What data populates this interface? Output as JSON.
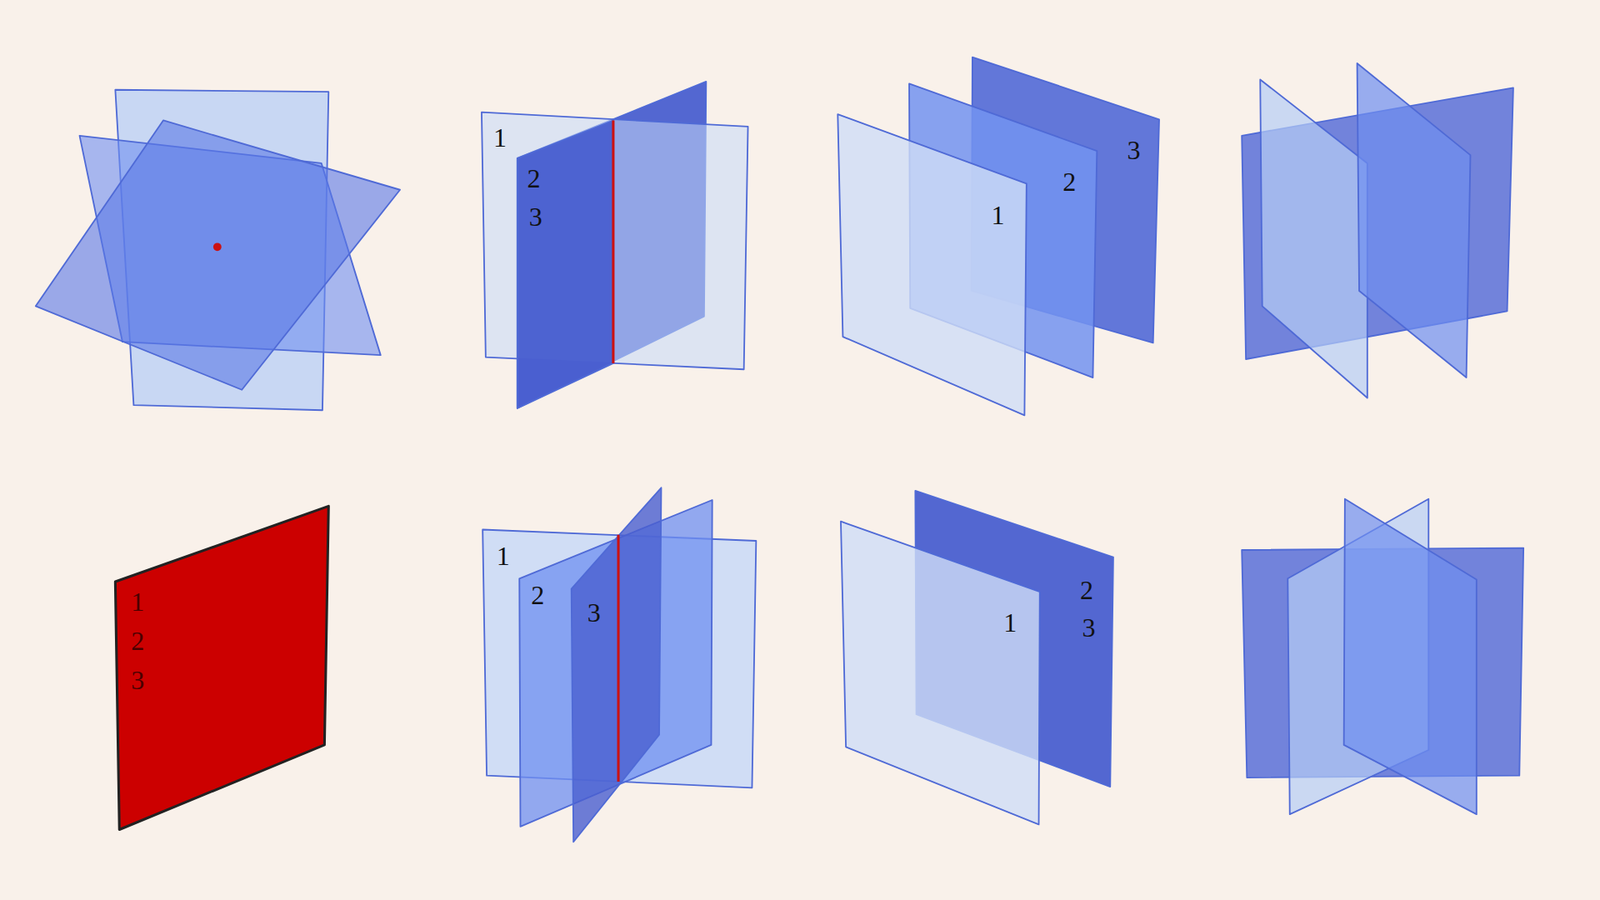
{
  "diagram": {
    "labels": [
      "1",
      "2",
      "3",
      "1",
      "2",
      "3",
      "1",
      "2",
      "3",
      "1",
      "2",
      "3",
      "1",
      "2",
      "3"
    ]
  }
}
